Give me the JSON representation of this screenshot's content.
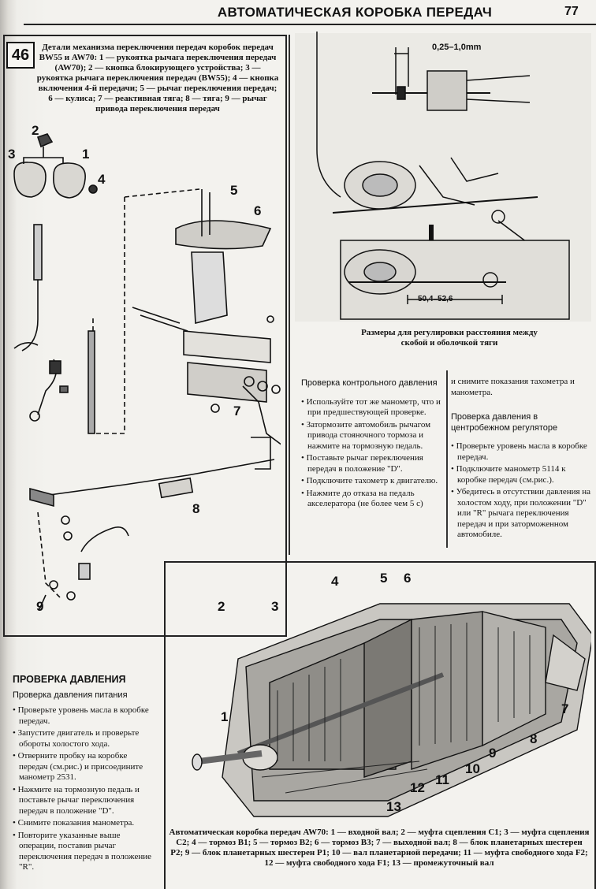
{
  "header": {
    "title": "АВТОМАТИЧЕСКАЯ КОРОБКА ПЕРЕДАЧ",
    "page_number": "77"
  },
  "figure46": {
    "number": "46",
    "caption_title": "Детали механизма переключения передач коробок передач BW55 и AW70:",
    "caption_body": "1 — рукоятка рычага переключения передач (AW70); 2 — кнопка блокирующего устройства; 3 — рукоятка рычага переключения передач (BW55); 4 — кнопка включения 4-й передачи; 5 — рычаг переключения передач; 6 — кулиса; 7 — реактивная тяга; 8 — тяга; 9 — рычаг привода переключения передач",
    "labels": [
      "1",
      "2",
      "3",
      "4",
      "5",
      "6",
      "7",
      "8",
      "9"
    ]
  },
  "adjust_figure": {
    "dimension_top": "0,25–1,0mm",
    "dimension_bottom": "50,4–52,6",
    "caption": "Размеры для регулировки расстояния между скобой и оболочкой тяги"
  },
  "control_pressure": {
    "heading": "Проверка контрольного давления",
    "bullets": [
      "• Используйте тот же манометр, что и при предшествующей проверке.",
      "• Затормозите автомобиль рычагом привода стояночного тормоза и нажмите на тормозную педаль.",
      "• Поставьте рычаг переключения передач в положение \"D\".",
      "• Подключите тахометр к двигателю.",
      "• Нажмите до отказа на педаль акселератора (не более чем 5 с)"
    ]
  },
  "right_column": {
    "continuation": "и снимите показания тахометра и манометра.",
    "heading": "Проверка давления в центробежном регуляторе",
    "bullets": [
      "• Проверьте уровень масла в коробке передач.",
      "• Подключите манометр 5114 к коробке передач (см.рис.).",
      "• Убедитесь в отсутствии давления на холостом ходу, при положении \"D\" или \"R\" рычага переключения передач и при заторможенном автомобиле."
    ]
  },
  "pressure_check": {
    "section_title": "ПРОВЕРКА ДАВЛЕНИЯ",
    "subheading": "Проверка давления питания",
    "bullets": [
      "• Проверьте уровень масла в коробке передач.",
      "• Запустите двигатель и проверьте обороты холостого хода.",
      "• Отверните пробку на коробке передач (см.рис.) и присоедините манометр 2531.",
      "• Нажмите на тормозную педаль и поставьте рычаг переключения передач в положение \"D\".",
      "• Снимите показания манометра.",
      "• Повторите указанные выше операции, поставив рычаг переключения передач в положение \"R\"."
    ]
  },
  "gearbox_figure": {
    "caption_title": "Автоматическая коробка передач AW70:",
    "caption_body": "1 — входной вал; 2 — муфта сцепления C1; 3 — муфта сцепления C2; 4 — тормоз B1; 5 — тормоз B2; 6 — тормоз B3; 7 — выходной вал; 8 — блок планетарных шестерен P2; 9 — блок планетарных шестерен P1; 10 — вал планетарной передачи; 11 — муфта свободного хода F2; 12 — муфта свободного хода F1; 13 — промежуточный вал",
    "labels": [
      "1",
      "2",
      "3",
      "4",
      "5",
      "6",
      "7",
      "8",
      "9",
      "10",
      "11",
      "12",
      "13"
    ]
  }
}
